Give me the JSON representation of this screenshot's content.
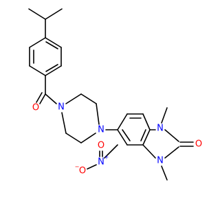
{
  "colors": {
    "bond": "#000000",
    "carbon": "#000000",
    "nitrogen": "#0000ff",
    "oxygen": "#ff0000"
  },
  "labels": {
    "carbonyl_oxygen": "O",
    "piperazine_n_amide": "N",
    "piperazine_n_aryl": "N",
    "imidazolone_n1": "N",
    "imidazolone_n3": "N",
    "urea_oxygen": "O",
    "nitro_n": "N",
    "nitro_n_charge": "+",
    "nitro_o_top": "O",
    "nitro_o_left": "O",
    "nitro_o_left_charge": "−"
  }
}
